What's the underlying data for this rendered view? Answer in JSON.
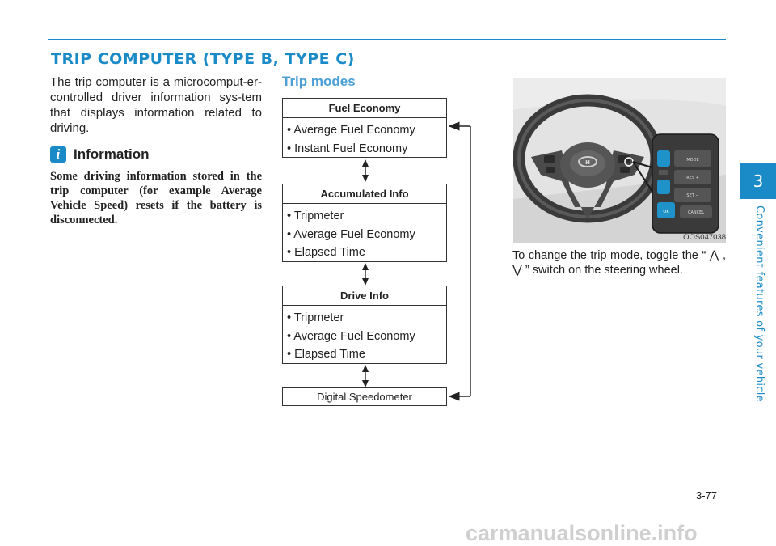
{
  "title": "TRIP COMPUTER (TYPE B, TYPE C)",
  "intro": "The trip computer is a microcomput-er-controlled driver information sys-tem that displays information related to driving.",
  "information": {
    "icon_letter": "i",
    "heading": "Information",
    "text": "Some driving information stored in the trip computer (for example Average Vehicle Speed) resets if the battery is disconnected."
  },
  "trip_modes": {
    "heading": "Trip modes",
    "boxes": [
      {
        "title": "Fuel Economy",
        "items": [
          "• Average Fuel Economy",
          "• Instant Fuel Economy"
        ]
      },
      {
        "title": "Accumulated Info",
        "items": [
          "• Tripmeter",
          "• Average Fuel Economy",
          "• Elapsed Time"
        ]
      },
      {
        "title": "Drive Info",
        "items": [
          "• Tripmeter",
          "• Average Fuel Economy",
          "• Elapsed Time"
        ]
      }
    ],
    "last": "Digital Speedometer"
  },
  "figure": {
    "code": "OOS047038",
    "button_labels": [
      "MODE",
      "RES +",
      "SET −",
      "OK",
      "CANCEL"
    ]
  },
  "description": "To change the trip mode, toggle the “ ⋀ , ⋁ ” switch on the steering wheel.",
  "chapter": {
    "number": "3",
    "title": "Convenient features of your vehicle"
  },
  "page_number": "3-77",
  "watermark": "carmanualsonline.info",
  "colors": {
    "accent": "#1a8bc7",
    "subheading": "#4a9fd6"
  }
}
